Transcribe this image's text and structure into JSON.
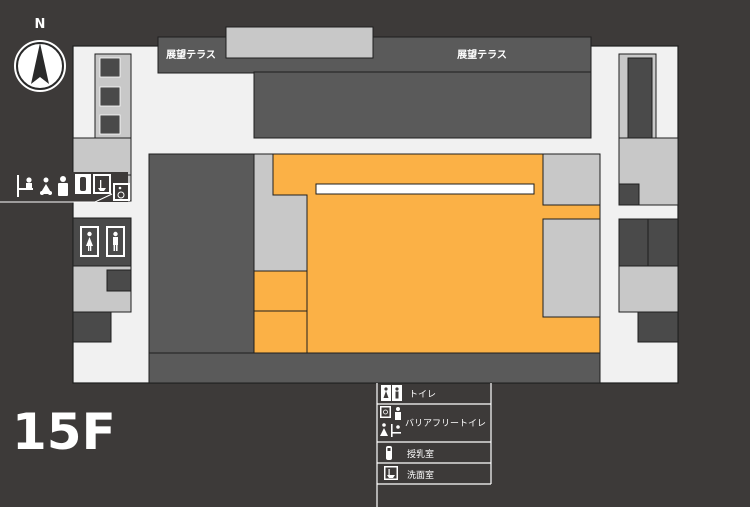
{
  "floor": {
    "label": "15F"
  },
  "compass": {
    "label": "N",
    "icon": "north-arrow-icon"
  },
  "terraces": {
    "left_label": "展望テラス",
    "right_label": "展望テラス"
  },
  "legend": {
    "items": [
      {
        "key": "toilet",
        "label": "トイレ",
        "icon": "toilet-icon"
      },
      {
        "key": "barrier_free",
        "label": "バリアフリートイレ",
        "icon": "barrier-free-toilet-icon"
      },
      {
        "key": "nursing",
        "label": "授乳室",
        "icon": "nursing-room-icon"
      },
      {
        "key": "washroom",
        "label": "洗面室",
        "icon": "washroom-icon"
      }
    ]
  },
  "colors": {
    "background": "#3d3a39",
    "floor_light": "#f1f1f1",
    "room_gray": "#c8c8c8",
    "room_dark": "#5a5a5a",
    "room_mid": "#4a4a4a",
    "highlight": "#fbb146",
    "line": "#1f1f1f"
  }
}
